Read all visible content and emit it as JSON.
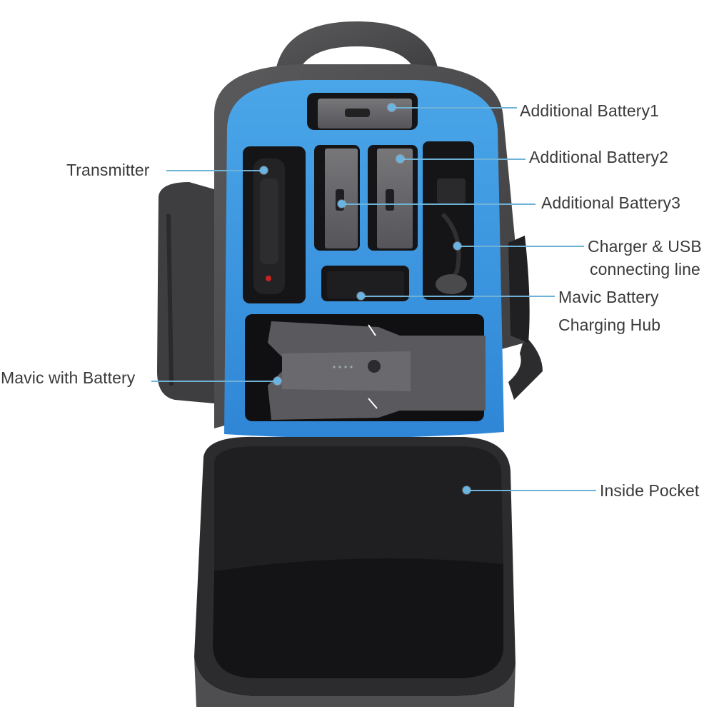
{
  "image": {
    "subject": "Drone backpack with foam insert (open)",
    "colors": {
      "foam": "#3d9ce0",
      "bag_fabric": "#4a4a4c",
      "label_text": "#3a3a3a",
      "leader_line": "#6fb2d8"
    }
  },
  "callouts": [
    {
      "id": "additional-battery-1",
      "label": "Additional Battery1"
    },
    {
      "id": "additional-battery-2",
      "label": "Additional Battery2"
    },
    {
      "id": "additional-battery-3",
      "label": "Additional Battery3"
    },
    {
      "id": "charger-usb",
      "label_line1": "Charger & USB",
      "label_line2": "connecting line"
    },
    {
      "id": "charging-hub",
      "label_line1": "Mavic Battery",
      "label_line2": "Charging Hub"
    },
    {
      "id": "transmitter",
      "label": "Transmitter"
    },
    {
      "id": "mavic-with-battery",
      "label": "Mavic with Battery"
    },
    {
      "id": "inside-pocket",
      "label": "Inside Pocket"
    }
  ]
}
